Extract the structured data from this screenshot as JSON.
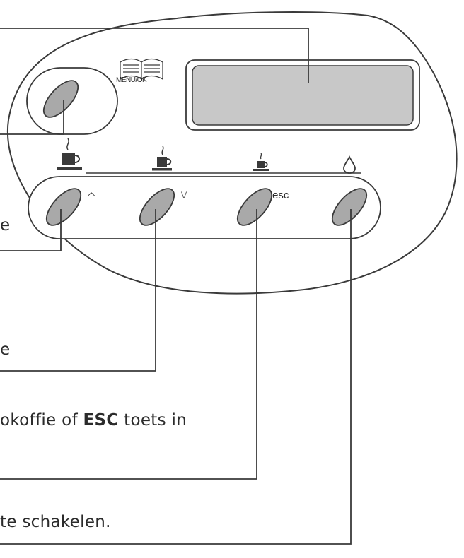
{
  "panel": {
    "menu_label": "MENU/OK",
    "up_symbol": "^",
    "down_symbol": "v",
    "esc_label": "esc"
  },
  "descriptions": {
    "line_a_tail": "e",
    "line_b_tail": "e",
    "esc_line_part1": "okoffie of ",
    "esc_line_bold": "ESC",
    "esc_line_part2": " toets in",
    "water_line_tail": "te schakelen."
  },
  "colors": {
    "button_fill": "#a9a9a9",
    "display_fill": "#c8c8c8",
    "stroke": "#3a3a3a"
  }
}
